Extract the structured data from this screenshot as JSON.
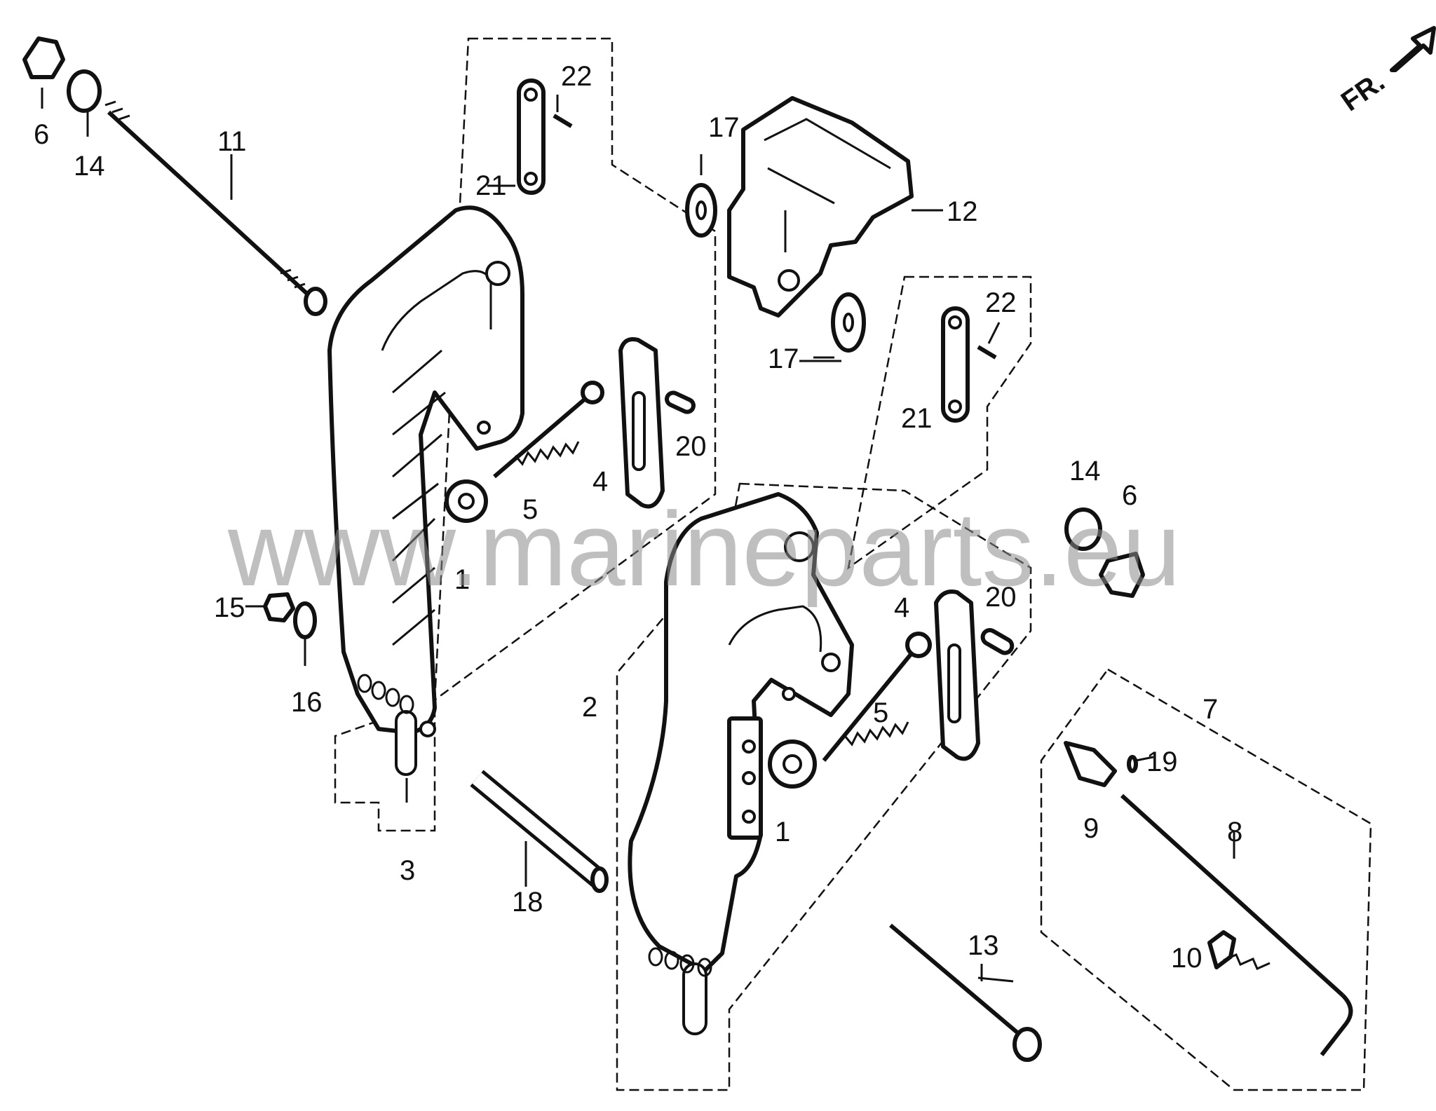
{
  "watermark": "www.marineparts.eu",
  "direction_marker": "FR.",
  "callouts": {
    "c1a": "1",
    "c1b": "1",
    "c2": "2",
    "c3": "3",
    "c4a": "4",
    "c4b": "4",
    "c5a": "5",
    "c5b": "5",
    "c6a": "6",
    "c6b": "6",
    "c7": "7",
    "c8": "8",
    "c9": "9",
    "c10": "10",
    "c11": "11",
    "c12": "12",
    "c13": "13",
    "c14a": "14",
    "c14b": "14",
    "c15": "15",
    "c16": "16",
    "c17a": "17",
    "c17b": "17",
    "c18": "18",
    "c19": "19",
    "c20a": "20",
    "c20b": "20",
    "c21a": "21",
    "c21b": "21",
    "c22a": "22",
    "c22b": "22"
  }
}
